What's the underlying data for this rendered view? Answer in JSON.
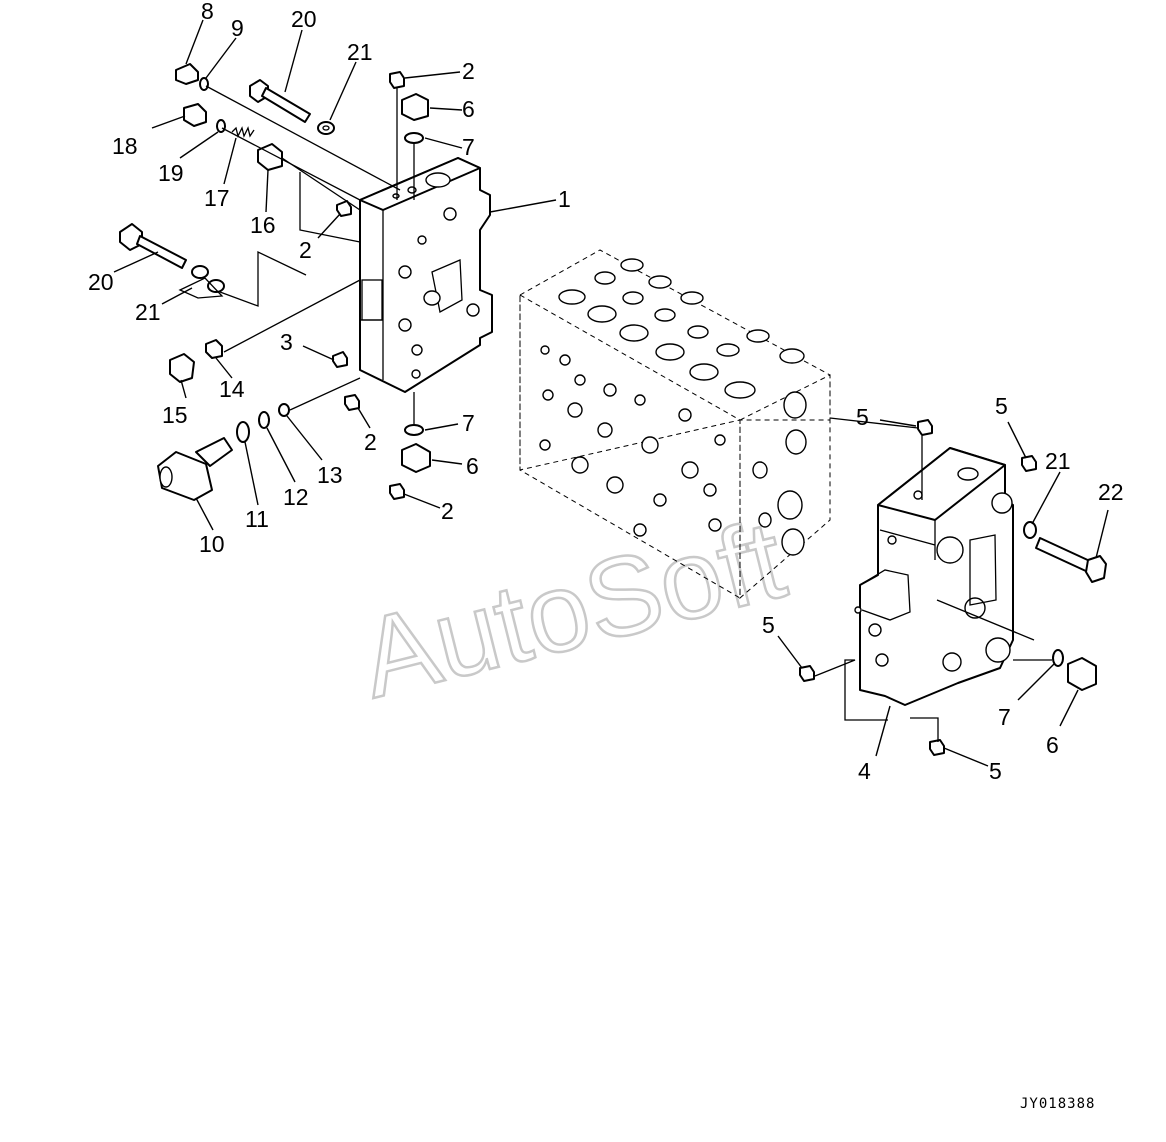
{
  "figure": {
    "drawing_code": "JY018388",
    "watermark": "AutoSoft",
    "callouts": [
      "8",
      "9",
      "20",
      "21",
      "2",
      "6",
      "7",
      "18",
      "19",
      "17",
      "16",
      "1",
      "2",
      "20",
      "21",
      "3",
      "14",
      "15",
      "2",
      "7",
      "6",
      "2",
      "10",
      "11",
      "12",
      "13",
      "5",
      "5",
      "21",
      "22",
      "5",
      "7",
      "6",
      "4",
      "5"
    ]
  }
}
